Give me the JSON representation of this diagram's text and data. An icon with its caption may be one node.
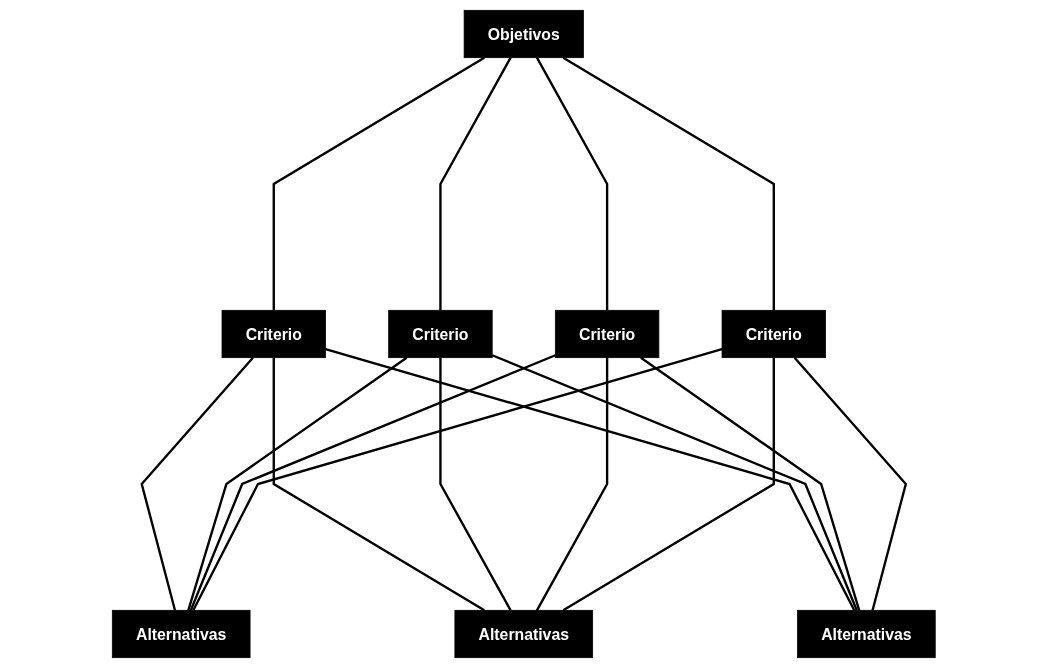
{
  "diagram": {
    "nodes": [
      {
        "text": [
          "Objetivos"
        ]
      },
      {
        "text": [
          "Criterio"
        ]
      },
      {
        "text": [
          "Criterio"
        ]
      },
      {
        "text": [
          "Criterio"
        ]
      },
      {
        "text": [
          "Criterio"
        ]
      },
      {
        "text": [
          "Alternativas"
        ]
      },
      {
        "text": [
          "Alternativas"
        ]
      },
      {
        "text": [
          "Alternativas"
        ]
      }
    ],
    "edges": [
      {
        "from": 0,
        "to": 1,
        "arrow": "none"
      },
      {
        "from": 0,
        "to": 2,
        "arrow": "none"
      },
      {
        "from": 0,
        "to": 3,
        "arrow": "none"
      },
      {
        "from": 0,
        "to": 4,
        "arrow": "none"
      },
      {
        "from": 1,
        "to": 5,
        "arrow": "none"
      },
      {
        "from": 1,
        "to": 6,
        "arrow": "none"
      },
      {
        "from": 1,
        "to": 7,
        "arrow": "none"
      },
      {
        "from": 2,
        "to": 5,
        "arrow": "none"
      },
      {
        "from": 2,
        "to": 6,
        "arrow": "none"
      },
      {
        "from": 2,
        "to": 7,
        "arrow": "none"
      },
      {
        "from": 3,
        "to": 5,
        "arrow": "none"
      },
      {
        "from": 3,
        "to": 6,
        "arrow": "none"
      },
      {
        "from": 3,
        "to": 7,
        "arrow": "none"
      },
      {
        "from": 4,
        "to": 5,
        "arrow": "none"
      },
      {
        "from": 4,
        "to": 6,
        "arrow": "none"
      },
      {
        "from": 4,
        "to": 7,
        "arrow": "none"
      }
    ]
  }
}
